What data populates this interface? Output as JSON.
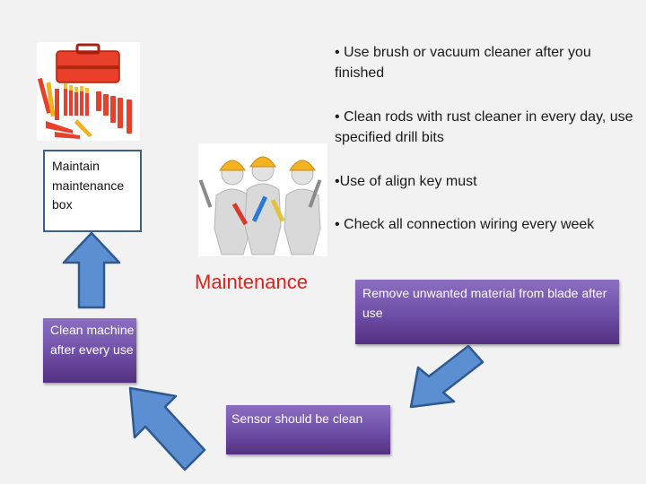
{
  "bullets": [
    "• Use brush or vacuum cleaner after you finished",
    "• Clean rods with rust cleaner in every day, use specified drill bits",
    "•Use of align key must",
    "• Check all connection wiring every week"
  ],
  "title": "Maintenance",
  "boxes": {
    "maintain_box": "Maintain maintenance box",
    "clean_machine": "Clean machine after every use",
    "remove_material": "Remove unwanted material from blade after use",
    "sensor": "Sensor should be clean"
  },
  "images": {
    "toolbox": "toolbox-with-tools-image",
    "workers": "three-workers-with-tools-image"
  },
  "colors": {
    "title": "#e0201b",
    "arrow_fill": "#5b8fd1",
    "arrow_stroke": "#2f5a8f",
    "box_purple_top": "#8b6fc1",
    "box_purple_bottom": "#523180"
  }
}
